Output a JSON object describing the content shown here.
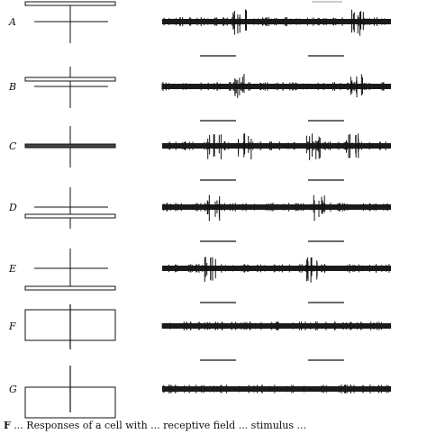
{
  "figure": {
    "rows": [
      {
        "label": "A",
        "stimulus": "bar",
        "bar_position": "above",
        "bursts": [
          0.34,
          0.85
        ]
      },
      {
        "label": "B",
        "stimulus": "bar",
        "bar_position": "slightly-above",
        "bursts": [
          0.34,
          0.85
        ]
      },
      {
        "label": "C",
        "stimulus": "bar",
        "bar_position": "center",
        "bursts": [
          0.23,
          0.36,
          0.66,
          0.83
        ]
      },
      {
        "label": "D",
        "stimulus": "bar",
        "bar_position": "below",
        "bursts": [
          0.22,
          0.68
        ]
      },
      {
        "label": "E",
        "stimulus": "bar",
        "bar_position": "far-below",
        "bursts": [
          0.21,
          0.66
        ]
      },
      {
        "label": "F",
        "stimulus": "box",
        "bar_position": "",
        "bursts": []
      },
      {
        "label": "G",
        "stimulus": "box-below",
        "bar_position": "",
        "bursts": []
      }
    ],
    "caption": {
      "lead": "F",
      "text": "...  Responses of a cell with ... receptive field ... stimulus ..."
    }
  }
}
